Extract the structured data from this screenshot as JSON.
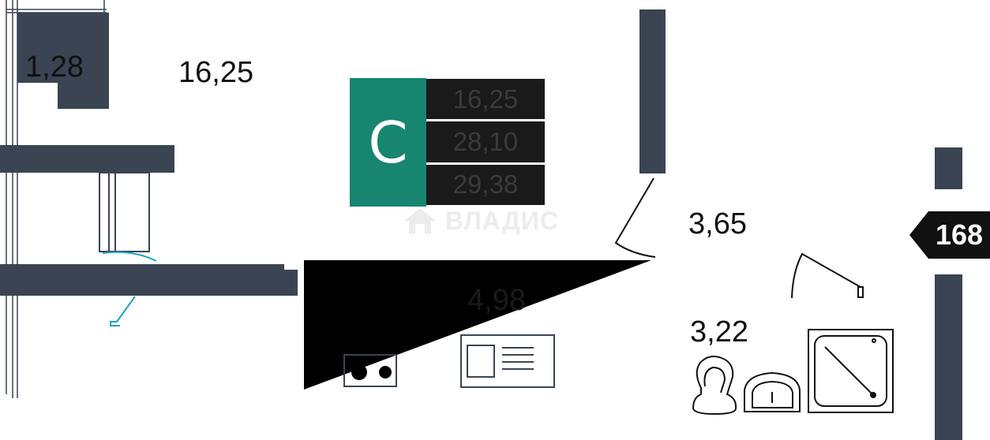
{
  "rooms": {
    "loggia_area": "1,28",
    "living_area": "16,25",
    "hall_area": "3,65",
    "kitchen_area": "4,98",
    "bathroom_area": "3,22"
  },
  "summary": {
    "type_letter": "С",
    "stats": [
      "16,25",
      "28,10",
      "29,38"
    ]
  },
  "watermark": {
    "text": "ВЛАДИС",
    "icon": "house-logo-icon"
  },
  "apartment_number": "168",
  "colors": {
    "wall": "#3a4452",
    "badge": "#178570",
    "stat_bg": "#1a1a1a",
    "door_accent": "#1aa3c4",
    "ink": "#111111"
  }
}
